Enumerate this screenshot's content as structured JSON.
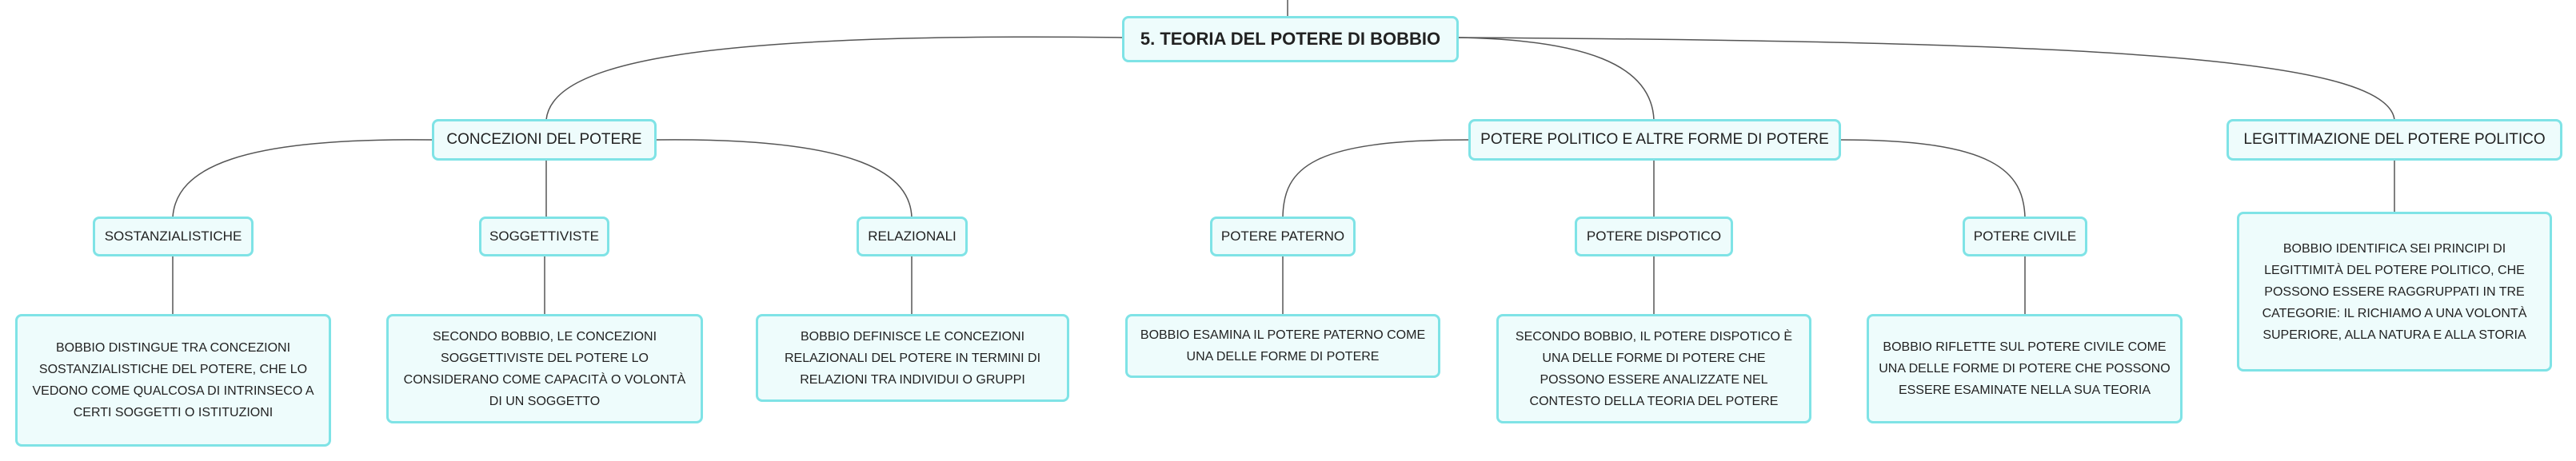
{
  "root": {
    "title": "5. TEORIA DEL POTERE DI BOBBIO"
  },
  "branches": [
    {
      "label": "CONCEZIONI DEL POTERE",
      "children": [
        {
          "label": "SOSTANZIALISTICHE",
          "description": "BOBBIO DISTINGUE TRA CONCEZIONI SOSTANZIALISTICHE DEL POTERE, CHE LO VEDONO COME QUALCOSA DI INTRINSECO A CERTI SOGGETTI O ISTITUZIONI"
        },
        {
          "label": "SOGGETTIVISTE",
          "description": "SECONDO BOBBIO, LE CONCEZIONI SOGGETTIVISTE DEL POTERE LO CONSIDERANO COME CAPACITÀ O VOLONTÀ DI UN SOGGETTO"
        },
        {
          "label": "RELAZIONALI",
          "description": "BOBBIO DEFINISCE LE CONCEZIONI RELAZIONALI DEL POTERE IN TERMINI DI RELAZIONI TRA INDIVIDUI O GRUPPI"
        }
      ]
    },
    {
      "label": "POTERE POLITICO E ALTRE FORME DI POTERE",
      "children": [
        {
          "label": "POTERE PATERNO",
          "description": "BOBBIO ESAMINA IL POTERE PATERNO COME UNA DELLE FORME DI POTERE"
        },
        {
          "label": "POTERE DISPOTICO",
          "description": "SECONDO BOBBIO, IL POTERE DISPOTICO È UNA DELLE FORME DI POTERE CHE POSSONO ESSERE ANALIZZATE NEL CONTESTO DELLA TEORIA DEL POTERE"
        },
        {
          "label": "POTERE CIVILE",
          "description": "BOBBIO RIFLETTE SUL POTERE CIVILE COME UNA DELLE FORME DI POTERE CHE POSSONO ESSERE ESAMINATE NELLA SUA TEORIA"
        }
      ]
    },
    {
      "label": "LEGITTIMAZIONE DEL POTERE POLITICO",
      "description": "BOBBIO IDENTIFICA SEI PRINCIPI DI LEGITTIMITÀ DEL POTERE POLITICO, CHE POSSONO ESSERE RAGGRUPPATI IN TRE CATEGORIE: IL RICHIAMO A UNA VOLONTÀ SUPERIORE, ALLA NATURA E ALLA STORIA"
    }
  ]
}
